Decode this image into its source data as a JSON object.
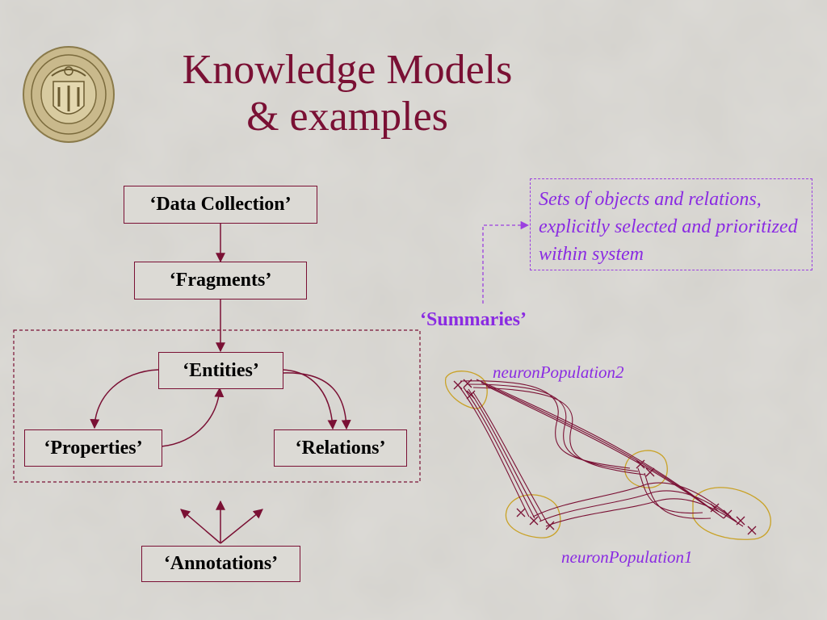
{
  "title": {
    "line1": "Knowledge Models",
    "line2": "& examples"
  },
  "logo": {
    "name": "university-seal"
  },
  "boxes": {
    "data_collection": "‘Data Collection’",
    "fragments": "‘Fragments’",
    "entities": "‘Entities’",
    "properties": "‘Properties’",
    "relations": "‘Relations’",
    "annotations": "‘Annotations’"
  },
  "summaries": {
    "label": "‘Summaries’",
    "note": "Sets of objects and relations, explicitly selected and prioritized within system"
  },
  "neuron_diagram": {
    "population2_label": "neuronPopulation2",
    "population1_label": "neuronPopulation1"
  },
  "colors": {
    "maroon": "#7a1034",
    "purple": "#8a2be2",
    "gold": "#c9a227",
    "background": "#d4d2cd"
  }
}
